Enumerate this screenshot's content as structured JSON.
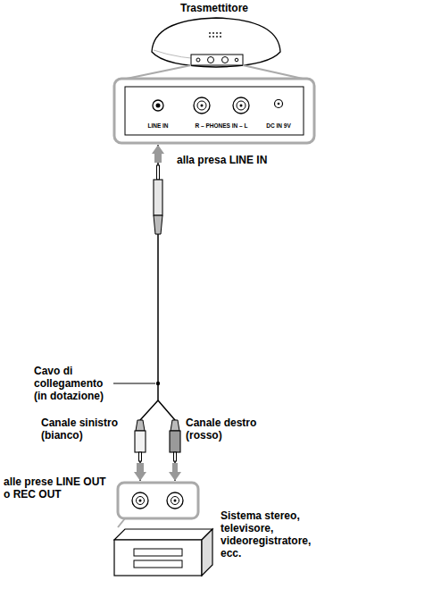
{
  "diagram": {
    "nodes": [
      {
        "text": [
          "Trasmettitore"
        ]
      },
      {
        "text": [
          "Sistema stereo, televisore, videoregistratore, ecc."
        ]
      }
    ],
    "edges": [
      {
        "from": 0,
        "to": 1,
        "arrow": "both"
      }
    ],
    "labels": [
      "LINE IN",
      "R – PHONES IN – L",
      "DC IN 9V",
      "alla presa LINE IN",
      "Cavo di collegamento (in dotazione)",
      "Canale sinistro (bianco)",
      "Canale destro (rosso)",
      "alle prese LINE OUT o REC OUT"
    ]
  }
}
